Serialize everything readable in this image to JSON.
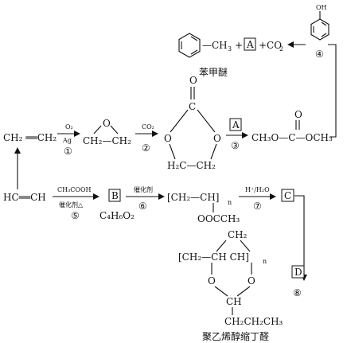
{
  "top": {
    "anisole_tail": "—CH",
    "anisole_tail_sub": "3",
    "plus1": "+",
    "box_a": "A",
    "plus_co2": "+CO",
    "plus_co2_sub": "2",
    "phenol_oh": "OH",
    "name_anisole": "苯甲醚",
    "step4": "④"
  },
  "main": {
    "ethylene": "CH₂ ══CH₂",
    "arrow1_top": "O₂",
    "arrow1_bottom": "Ag",
    "step1": "①",
    "epox_o": "O",
    "epox_bottom": "CH₂—CH₂",
    "arrow2_top": "CO₂",
    "step2": "②",
    "carbonate_co": "C",
    "carbonate_exo_o": "O",
    "carbonate_o_left": "O",
    "carbonate_o_right": "O",
    "carbonate_bottom": "H₂C—CH₂",
    "box_a": "A",
    "step3": "③",
    "dmc_left": "CH₃O—C—OCH₃",
    "dmc_o": "O"
  },
  "lower": {
    "acetylene": "HC══CH",
    "arrow5_top": "CH₃COOH",
    "arrow5_bottom": "催化剂△",
    "step5": "⑤",
    "box_b": "B",
    "formula_b": "C₄H₆O₂",
    "arrow6_top": "催化剂",
    "step6": "⑥",
    "polymer1": "[CH₂—CH]",
    "polymer1_n": "n",
    "polymer1_sub": "OOCCH₃",
    "arrow7_top": "H⁺/H₂O",
    "step7": "⑦",
    "box_c": "C",
    "box_d": "D",
    "step8": "⑧",
    "pvb_ch2": "CH₂",
    "pvb_chain": "[CH₂—CH    CH]",
    "pvb_n": "n",
    "pvb_o_left": "O",
    "pvb_o_right": "O",
    "pvb_ch": "CH",
    "pvb_tail": "CH₂CH₂CH₃",
    "name_pvb": "聚乙烯醇缩丁醛"
  }
}
